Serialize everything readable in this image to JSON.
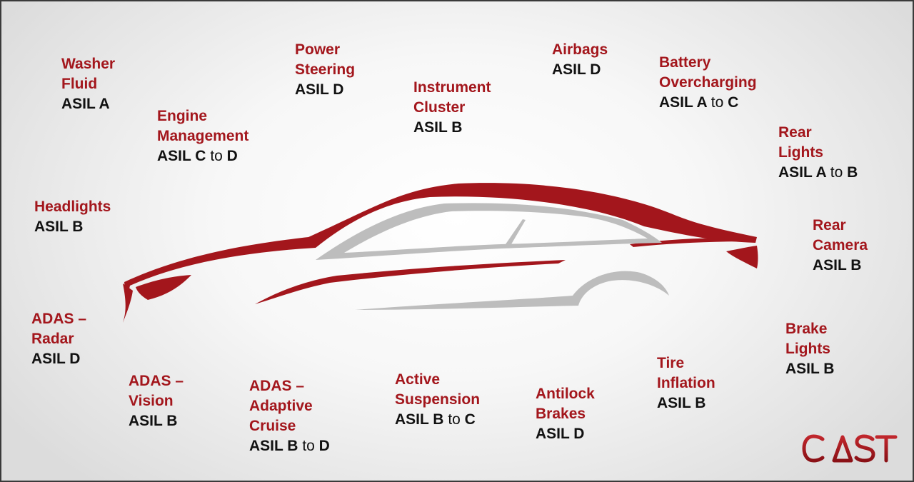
{
  "colors": {
    "brand_red": "#a3161c",
    "text_dark": "#111111",
    "car_silver": "#bdbdbd"
  },
  "logo": {
    "text": "CAST"
  },
  "items": [
    {
      "id": "washer-fluid",
      "lines": [
        "Washer",
        "Fluid"
      ],
      "level_from": "ASIL A",
      "connector": "",
      "level_to": ""
    },
    {
      "id": "engine-management",
      "lines": [
        "Engine",
        "Management"
      ],
      "level_from": "ASIL C",
      "connector": "to",
      "level_to": "D"
    },
    {
      "id": "power-steering",
      "lines": [
        "Power",
        "Steering"
      ],
      "level_from": "ASIL D",
      "connector": "",
      "level_to": ""
    },
    {
      "id": "instrument-cluster",
      "lines": [
        "Instrument",
        "Cluster"
      ],
      "level_from": "ASIL B",
      "connector": "",
      "level_to": ""
    },
    {
      "id": "airbags",
      "lines": [
        "Airbags"
      ],
      "level_from": "ASIL D",
      "connector": "",
      "level_to": ""
    },
    {
      "id": "battery-overcharging",
      "lines": [
        "Battery",
        "Overcharging"
      ],
      "level_from": "ASIL A",
      "connector": "to",
      "level_to": "C"
    },
    {
      "id": "rear-lights",
      "lines": [
        "Rear",
        "Lights"
      ],
      "level_from": "ASIL A",
      "connector": "to",
      "level_to": "B"
    },
    {
      "id": "headlights",
      "lines": [
        "Headlights"
      ],
      "level_from": "ASIL B",
      "connector": "",
      "level_to": ""
    },
    {
      "id": "rear-camera",
      "lines": [
        "Rear",
        "Camera"
      ],
      "level_from": "ASIL B",
      "connector": "",
      "level_to": ""
    },
    {
      "id": "adas-radar",
      "lines": [
        "ADAS –",
        "Radar"
      ],
      "level_from": "ASIL D",
      "connector": "",
      "level_to": ""
    },
    {
      "id": "brake-lights",
      "lines": [
        "Brake",
        "Lights"
      ],
      "level_from": "ASIL B",
      "connector": "",
      "level_to": ""
    },
    {
      "id": "adas-vision",
      "lines": [
        "ADAS –",
        "Vision"
      ],
      "level_from": "ASIL B",
      "connector": "",
      "level_to": ""
    },
    {
      "id": "adas-adaptive-cruise",
      "lines": [
        "ADAS –",
        "Adaptive",
        "Cruise"
      ],
      "level_from": "ASIL B",
      "connector": "to",
      "level_to": "D"
    },
    {
      "id": "active-suspension",
      "lines": [
        "Active",
        "Suspension"
      ],
      "level_from": "ASIL B",
      "connector": "to",
      "level_to": "C"
    },
    {
      "id": "antilock-brakes",
      "lines": [
        "Antilock",
        "Brakes"
      ],
      "level_from": "ASIL D",
      "connector": "",
      "level_to": ""
    },
    {
      "id": "tire-inflation",
      "lines": [
        "Tire",
        "Inflation"
      ],
      "level_from": "ASIL B",
      "connector": "",
      "level_to": ""
    }
  ]
}
